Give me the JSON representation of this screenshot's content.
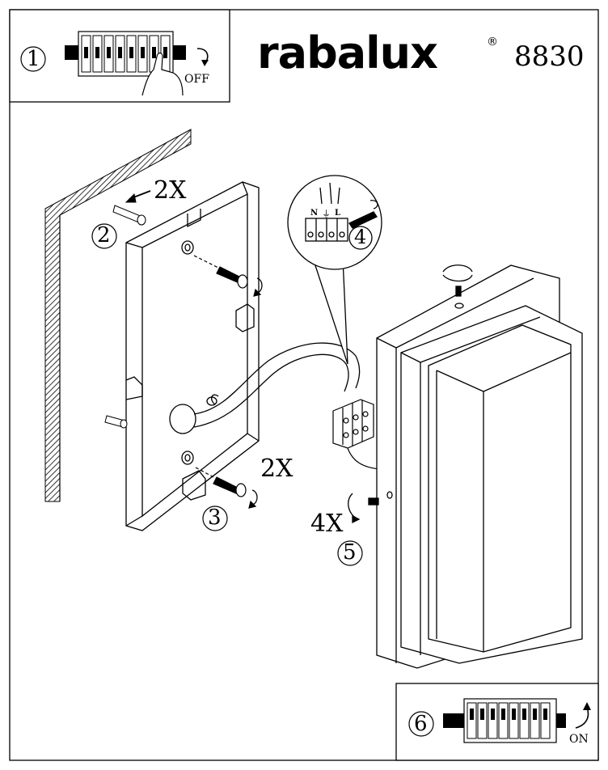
{
  "header": {
    "brand": "rabalux",
    "brand_mark": "®",
    "model_number": "8830"
  },
  "steps": {
    "step1": {
      "number": "1",
      "switch_label": "OFF"
    },
    "step2": {
      "number": "2",
      "quantity": "2X"
    },
    "step3": {
      "number": "3",
      "quantity": "2X"
    },
    "step4": {
      "number": "4",
      "terminal_labels": [
        "N",
        "⏚",
        "L"
      ]
    },
    "step5": {
      "number": "5",
      "quantity": "4X"
    },
    "step6": {
      "number": "6",
      "switch_label": "ON"
    }
  },
  "colors": {
    "line": "#000000",
    "background": "#ffffff"
  }
}
